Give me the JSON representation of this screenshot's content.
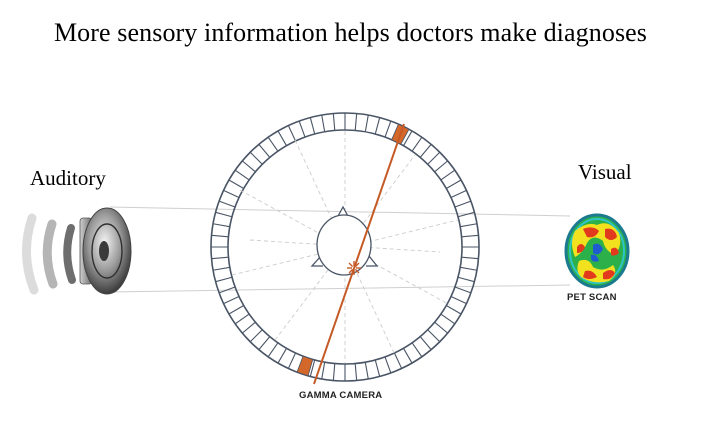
{
  "title": "More sensory information helps doctors make diagnoses",
  "labels": {
    "auditory": "Auditory",
    "visual": "Visual"
  },
  "captions": {
    "pet_scan": "PET SCAN",
    "gamma_camera": "GAMMA CAMERA"
  },
  "colors": {
    "ring_stroke": "#4a5566",
    "detector_highlight": "#d4682a",
    "gamma_ray": "#c55a26",
    "connector_line": "#c8c8c8",
    "speaker_gray": "#777777"
  },
  "icons": {
    "speaker": "speaker-icon",
    "pet_brain": "pet-brain-image",
    "head_phantom": "head-outline",
    "emission_point": "emission-burst-icon"
  }
}
